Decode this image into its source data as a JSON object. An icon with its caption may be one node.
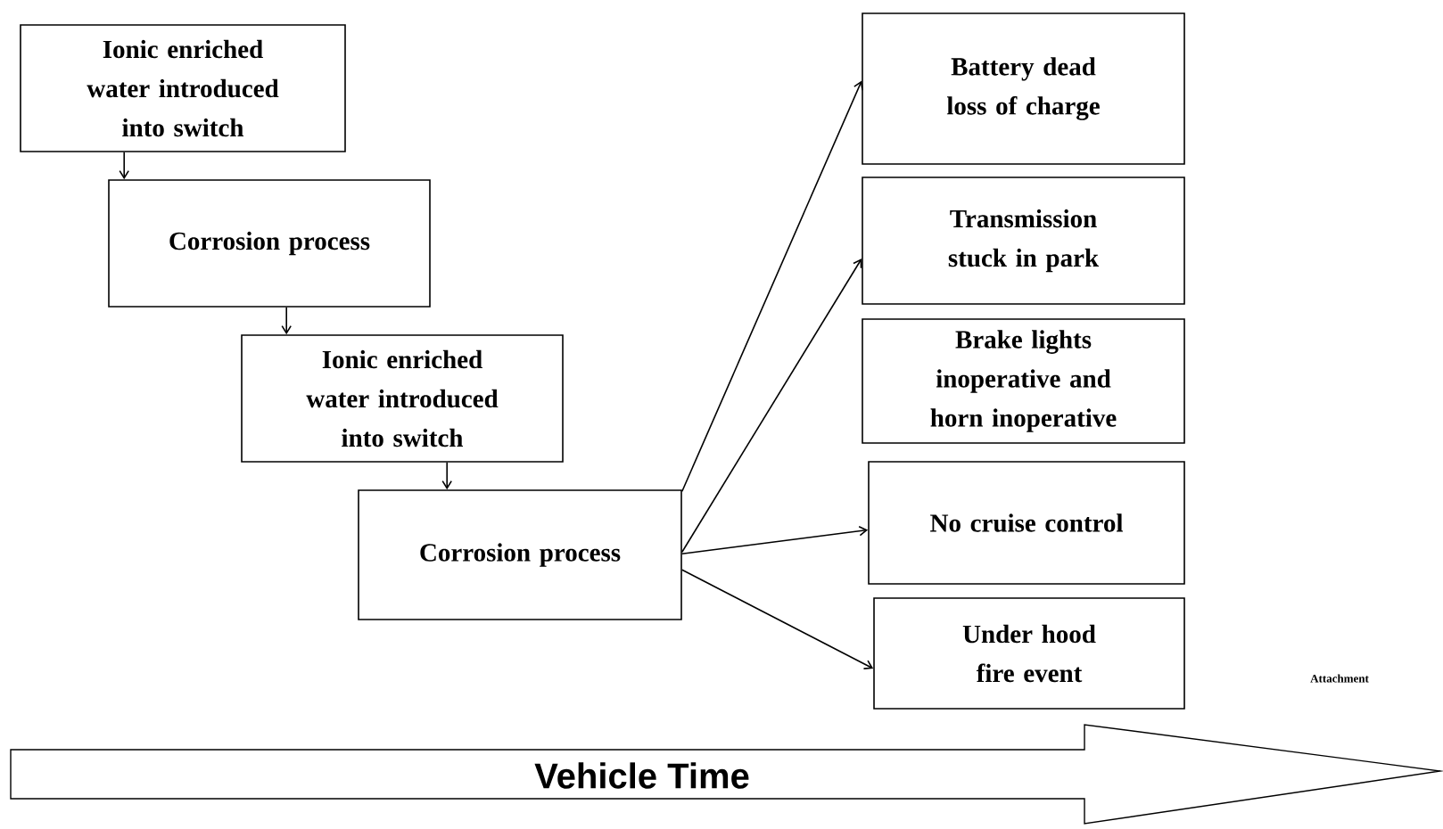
{
  "diagram": {
    "nodes": [
      {
        "text": [
          "Ionic enriched water introduced into switch"
        ]
      },
      {
        "text": [
          "Corrosion process"
        ]
      },
      {
        "text": [
          "Ionic enriched water introduced into switch"
        ]
      },
      {
        "text": [
          "Corrosion process"
        ]
      },
      {
        "text": [
          "Battery dead loss of charge"
        ]
      },
      {
        "text": [
          "Transmission stuck in park"
        ]
      },
      {
        "text": [
          "Brake lights inoperative and horn inoperative"
        ]
      },
      {
        "text": [
          "No cruise control"
        ]
      },
      {
        "text": [
          "Under hood fire event"
        ]
      },
      {
        "text": [
          "Vehicle Time"
        ]
      }
    ],
    "edges": [
      {
        "from": 0,
        "to": 1,
        "arrow": "to"
      },
      {
        "from": 1,
        "to": 2,
        "arrow": "to"
      },
      {
        "from": 2,
        "to": 3,
        "arrow": "to"
      },
      {
        "from": 3,
        "to": 4,
        "arrow": "to"
      },
      {
        "from": 3,
        "to": 5,
        "arrow": "to"
      },
      {
        "from": 3,
        "to": 7,
        "arrow": "to"
      },
      {
        "from": 3,
        "to": 8,
        "arrow": "to"
      }
    ],
    "labels": [
      "Attachment"
    ]
  }
}
